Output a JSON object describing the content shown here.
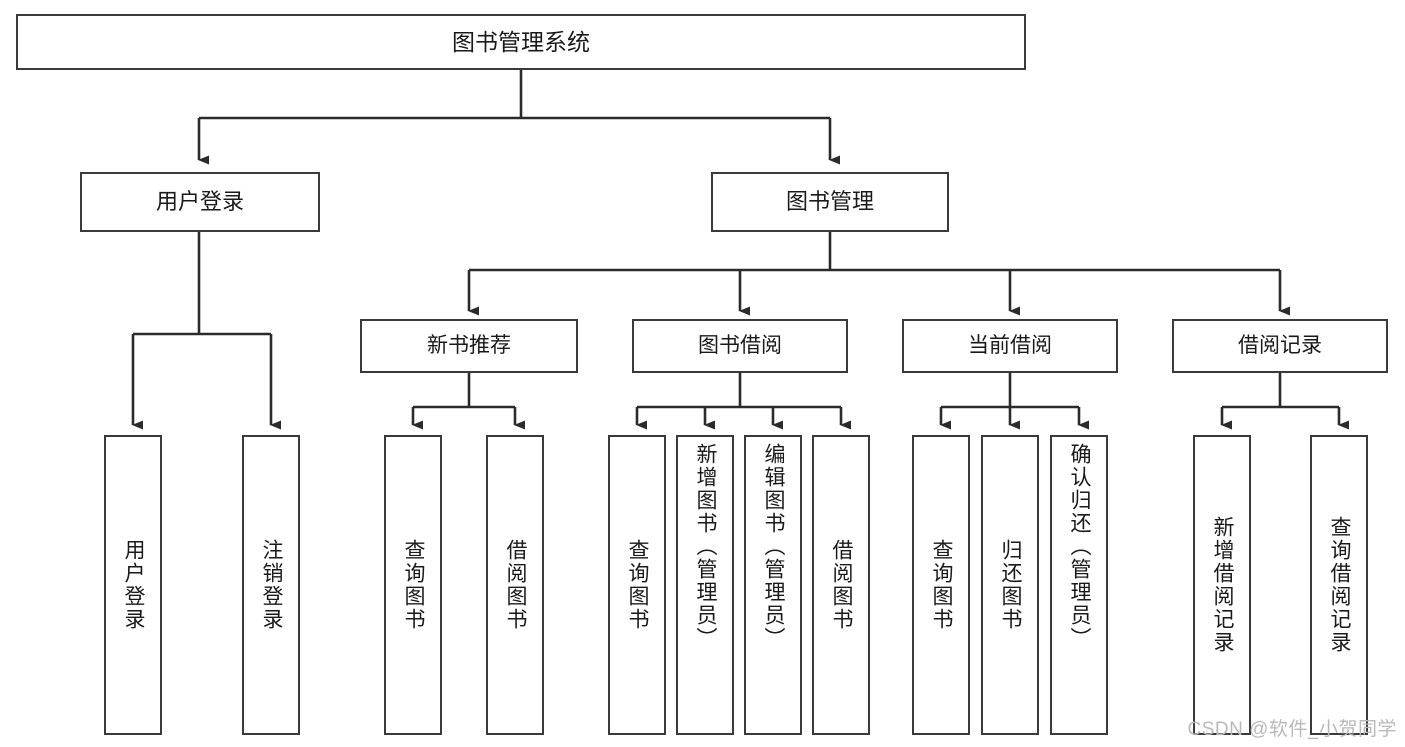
{
  "diagram": {
    "title": "图书管理系统",
    "type": "tree-hierarchy-chart",
    "colors": {
      "box_border": "#3a3a3a",
      "box_fill": "#ffffff",
      "connector": "#2b2b2b",
      "text": "#1a1a1a",
      "watermark": "#b9b9b9",
      "background": "#ffffff"
    },
    "watermark": "CSDN @软件_小贺同学"
  },
  "nodes": {
    "root": {
      "label": "图书管理系统"
    },
    "level1": [
      {
        "id": "user-login",
        "label": "用户登录"
      },
      {
        "id": "book-manage",
        "label": "图书管理"
      }
    ],
    "level2": [
      {
        "id": "new-book-recommend",
        "label": "新书推荐"
      },
      {
        "id": "book-borrow",
        "label": "图书借阅"
      },
      {
        "id": "current-borrow",
        "label": "当前借阅"
      },
      {
        "id": "borrow-record",
        "label": "借阅记录"
      }
    ],
    "leaves": {
      "user-login": [
        {
          "id": "login",
          "label": "用户登录"
        },
        {
          "id": "logout",
          "label": "注销登录"
        }
      ],
      "new-book-recommend": [
        {
          "id": "query-book-1",
          "label": "查询图书"
        },
        {
          "id": "borrow-book-1",
          "label": "借阅图书"
        }
      ],
      "book-borrow": [
        {
          "id": "query-book-2",
          "label": "查询图书"
        },
        {
          "id": "add-book",
          "label": "新增图书（管理员）"
        },
        {
          "id": "edit-book",
          "label": "编辑图书（管理员）"
        },
        {
          "id": "borrow-book-2",
          "label": "借阅图书"
        }
      ],
      "current-borrow": [
        {
          "id": "query-book-3",
          "label": "查询图书"
        },
        {
          "id": "return-book",
          "label": "归还图书"
        },
        {
          "id": "confirm-return",
          "label": "确认归还（管理员）"
        }
      ],
      "borrow-record": [
        {
          "id": "add-record",
          "label": "新增借阅记录"
        },
        {
          "id": "query-record",
          "label": "查询借阅记录"
        }
      ]
    }
  }
}
